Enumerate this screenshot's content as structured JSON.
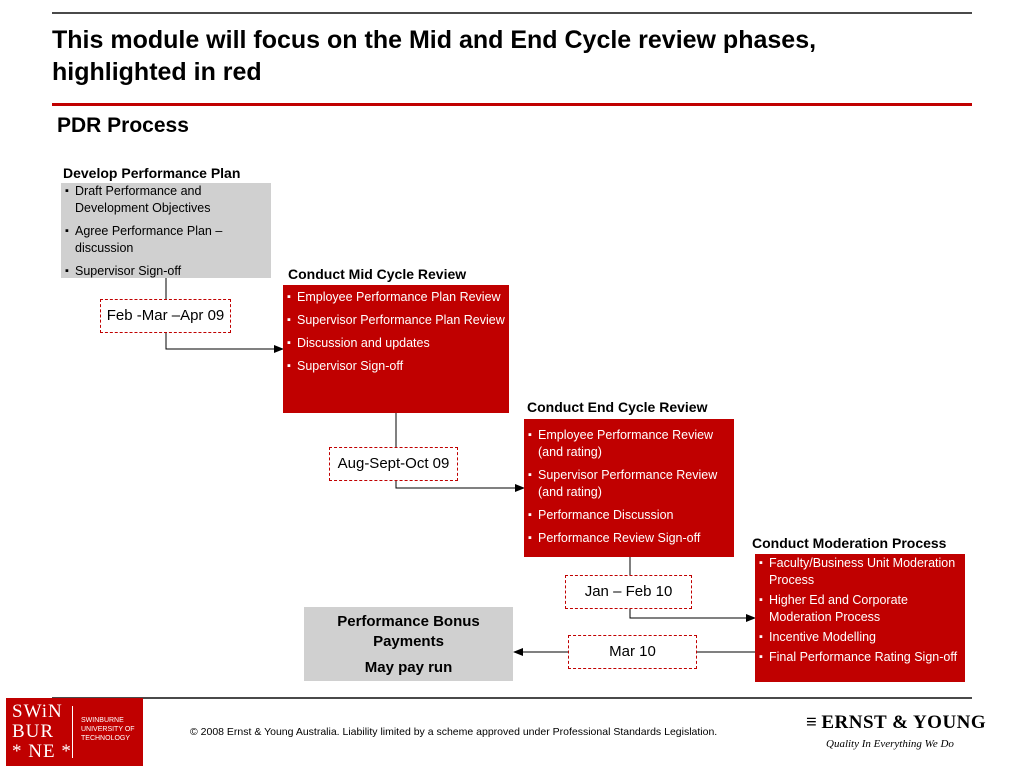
{
  "title": "This module will focus on the Mid and End Cycle review phases, highlighted in red",
  "subtitle": "PDR Process",
  "steps": [
    {
      "title": "Develop Performance Plan",
      "items": [
        "Draft Performance and Development Objectives",
        "Agree Performance Plan – discussion",
        "Supervisor Sign-off"
      ],
      "date": "Feb -Mar –Apr 09",
      "highlight": false
    },
    {
      "title": "Conduct Mid Cycle Review",
      "items": [
        "Employee Performance Plan Review",
        "Supervisor Performance Plan Review",
        "Discussion and updates",
        "Supervisor Sign-off"
      ],
      "date": "Aug-Sept-Oct 09",
      "highlight": true
    },
    {
      "title": "Conduct End Cycle Review",
      "items": [
        "Employee Performance Review (and rating)",
        "Supervisor Performance Review (and rating)",
        "Performance Discussion",
        "Performance Review Sign-off"
      ],
      "date": "Jan – Feb 10",
      "highlight": true
    },
    {
      "title": "Conduct Moderation Process",
      "items": [
        "Faculty/Business Unit Moderation Process",
        "Higher Ed and Corporate Moderation Process",
        "Incentive Modelling",
        "Final Performance Rating Sign-off"
      ],
      "date": "Mar 10",
      "highlight": true
    }
  ],
  "bonus": {
    "line1": "Performance Bonus Payments",
    "line2": "May pay run"
  },
  "footer": "© 2008 Ernst & Young Australia. Liability limited by a scheme approved under Professional Standards Legislation.",
  "swinburne": {
    "wordmark_1": "SWiN",
    "wordmark_2": "BUR",
    "wordmark_3": "* NE *",
    "university": "SWINBURNE UNIVERSITY OF TECHNOLOGY"
  },
  "ey": {
    "name": "ERNST & YOUNG",
    "tagline": "Quality In Everything We Do"
  },
  "colors": {
    "accent_red": "#c00000",
    "grey_box": "#d0d0d0"
  }
}
